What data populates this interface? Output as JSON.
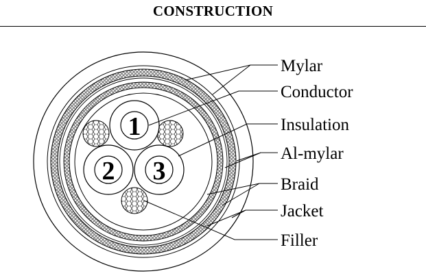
{
  "title": "CONSTRUCTION",
  "core_numbers": [
    "1",
    "2",
    "3"
  ],
  "labels": [
    "Mylar",
    "Conductor",
    "Insulation",
    "Al-mylar",
    "Braid",
    "Jacket",
    "Filler"
  ],
  "colors": {
    "line": "#000000",
    "background": "#ffffff",
    "braid_fill": "#9a9a9a"
  }
}
